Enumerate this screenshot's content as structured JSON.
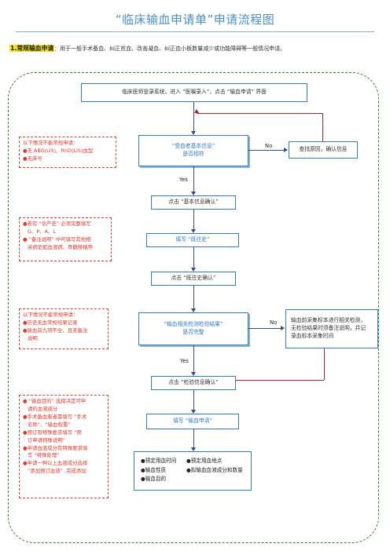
{
  "title": "“临床输血申请单”申请流程图",
  "intro": {
    "tag": "1.常规输血申请",
    "colon": "：",
    "text": "用于一般手术备血、纠正贫血、改善凝血、纠正血小板数量减少或功能障碍等一般情况申请。"
  },
  "flow": {
    "login": "临床医师登录系统，进入 “医嘱录入”，点击 “输血申请” 界面",
    "decision1_line1": "“受血者基本信息”",
    "decision1_line2": "是否相符",
    "no1": "No",
    "find_reason": "查找原因，确认信息",
    "yes1": "Yes",
    "confirm_basic": "点击 “基本信息确认”",
    "fill_history": "填写 “既往史”",
    "confirm_history": "点击 “既往史确认”",
    "decision2_line1": "“输血相关检测检验结果”",
    "decision2_line2": "是否完整",
    "no2": "No",
    "retest_line1": "输血前采集标本进行相关检测，",
    "retest_line2": "无检验结果时须备注说明，并记",
    "retest_line3": "录血标本采集时间",
    "yes2": "Yes",
    "confirm_test": "点击 “检验信息确认”",
    "fill_request": "填写 “输血申请”",
    "details": {
      "r1c1": "●预定用血时间",
      "r1c2": "●预定用血地点",
      "r2c1": "●输血性质",
      "r2c2": "●拟输血血液成分和数量",
      "r3c1": "●输血目的"
    }
  },
  "notes": {
    "note1": {
      "head": "以下情况不能常规申请：",
      "l1": "●无 ABO(LIS)、RhD(LIS)血型",
      "l2": "●无床号"
    },
    "note2": {
      "l1": "●若有 “孕产史” 必须完整填写",
      "l2": "  G、P、A、L",
      "l3": "● “备注说明” 中可填写其他相",
      "l4": "  关病史如血液病、骨髓移植等"
    },
    "note3": {
      "head": "以下情况不能常规申请：",
      "l1": "●历史无血常规结果记录",
      "l2": "●输血前九项不全，且无备注",
      "l3": "  说明"
    },
    "note4": {
      "l1": "● “输血目的” 选择决定可申",
      "l2": "  请的血液成分",
      "l3": "●手术备血患者需填写 “手术",
      "l4": "  名称”、“输血权重”",
      "l5": "●预订有特殊要求填写 “预",
      "l6": "  订申请特殊说明”",
      "l7": "●申请血液成分有特殊要求填",
      "l8": "  写 “特殊处理”",
      "l9": "●申请一种以上血液成分选择",
      "l10": "  “添加预订血液” ,完成添加"
    }
  }
}
